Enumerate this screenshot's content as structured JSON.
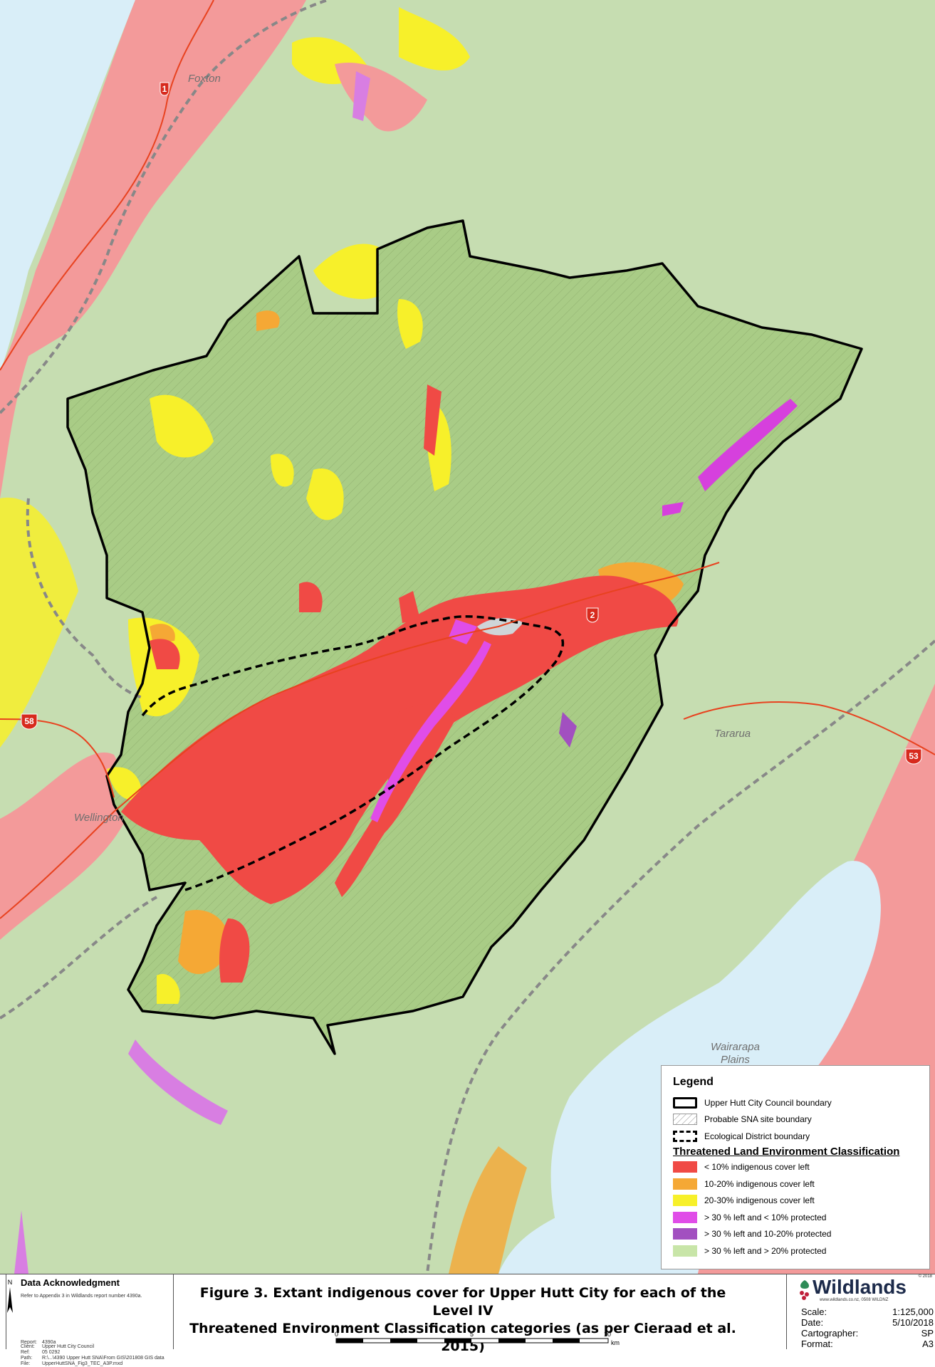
{
  "map": {
    "places": {
      "foxton": "Foxton",
      "wellington": "Wellington",
      "tararua": "Tararua",
      "wairarapa_line1": "Wairarapa",
      "wairarapa_line2": "Plains"
    },
    "routes": [
      "1",
      "2",
      "58",
      "53"
    ]
  },
  "legend": {
    "title": "Legend",
    "boundaries": [
      {
        "label": "Upper Hutt City Council boundary",
        "style": "solid-black"
      },
      {
        "label": "Probable SNA site boundary",
        "style": "hatched"
      },
      {
        "label": "Ecological District boundary",
        "style": "dashed-black"
      }
    ],
    "classification_title": "Threatened Land Environment Classification",
    "classes": [
      {
        "label": "< 10% indigenous cover left",
        "color": "#f04a45"
      },
      {
        "label": "10-20% indigenous cover left",
        "color": "#f5a835"
      },
      {
        "label": "20-30% indigenous cover left",
        "color": "#f7f02a"
      },
      {
        "label": "> 30 % left and < 10% protected",
        "color": "#e04de8"
      },
      {
        "label": "> 30 % left and 10-20% protected",
        "color": "#a250c0"
      },
      {
        "label": "> 30 % left and > 20% protected",
        "color": "#c8e5a8"
      }
    ]
  },
  "footer": {
    "ack_title": "Data Acknowledgment",
    "ack_text": "Refer to Appendix 3 in Wildlands report number 4390a.",
    "meta": [
      {
        "k": "Report:",
        "v": "4390a"
      },
      {
        "k": "Client:",
        "v": "Upper Hutt City Council"
      },
      {
        "k": "Ref:",
        "v": "05 0292"
      },
      {
        "k": "Path:",
        "v": "R:\\...\\4390 Upper Hutt SNA\\From GIS\\201808 GIS data"
      },
      {
        "k": "File:",
        "v": "UpperHuttSNA_Fig3_TEC_A3P.mxd"
      }
    ],
    "north": "N",
    "caption_line1": "Figure 3. Extant indigenous cover for Upper Hutt City for each of the Level IV",
    "caption_line2": "Threatened Environment Classification categories (as per Cieraad et al. 2015)",
    "scale_ticks": [
      "0",
      "5",
      "10"
    ],
    "scale_unit": "km",
    "brand": "Wildlands",
    "copyright": "© 2018",
    "url": "www.wildlands.co.nz, 0508 WILDNZ",
    "details": [
      {
        "k": "Scale:",
        "v": "1:125,000"
      },
      {
        "k": "Date:",
        "v": "5/10/2018"
      },
      {
        "k": "Cartographer:",
        "v": "SP"
      },
      {
        "k": "Format:",
        "v": "A3"
      }
    ]
  }
}
